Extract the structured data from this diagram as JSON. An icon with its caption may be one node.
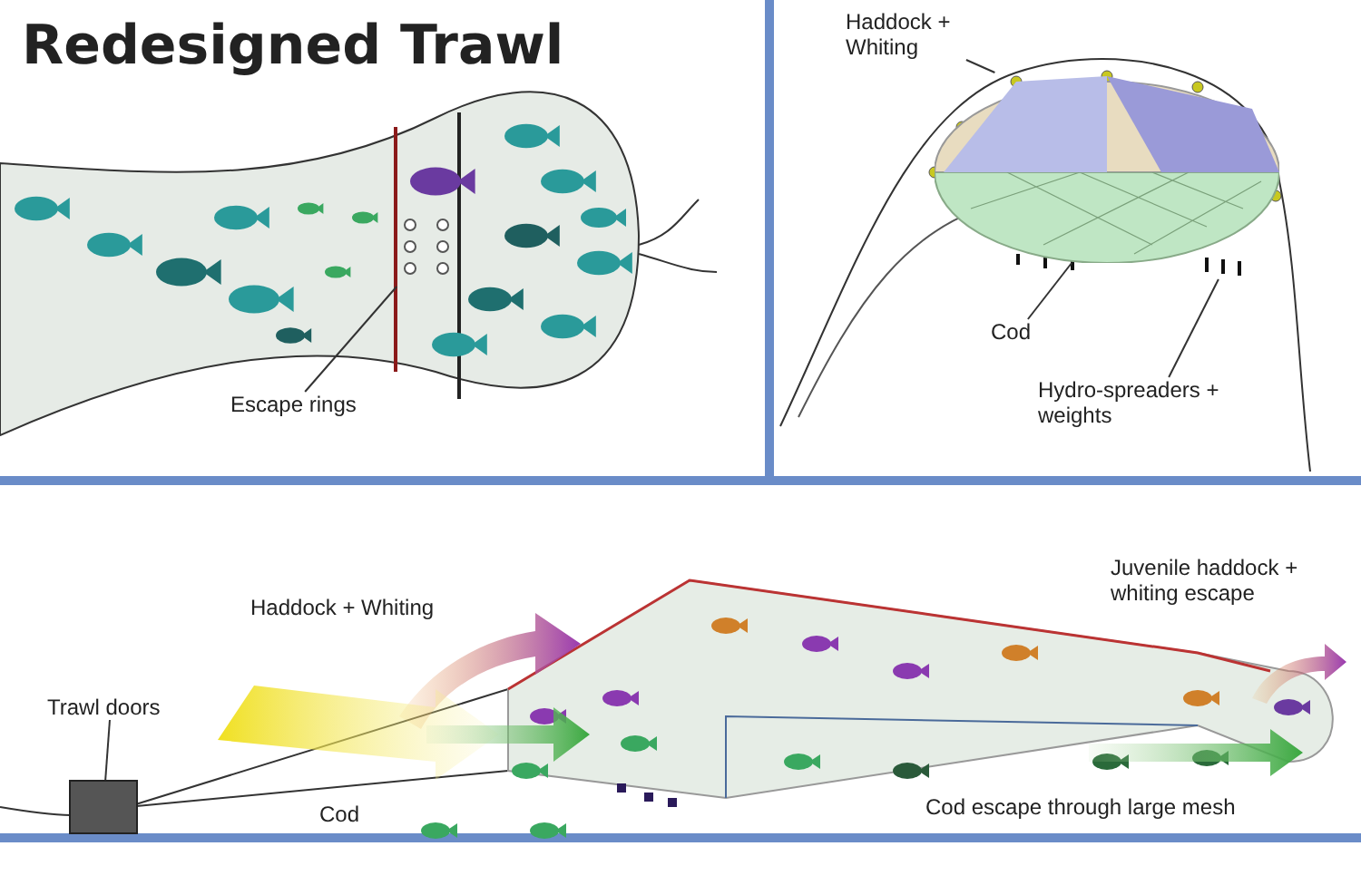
{
  "diagram": {
    "title": "Redesigned Trawl",
    "nodes": [
      {
        "text": [
          "Escape rings"
        ]
      },
      {
        "text": [],
        "shape": "picture"
      },
      {
        "text": [
          "Haddock + Whiting"
        ]
      },
      {
        "text": [],
        "shape": "picture"
      },
      {
        "text": [
          "Cod"
        ]
      },
      {
        "text": [],
        "shape": "picture"
      },
      {
        "text": [
          "Hydro-spreaders + weights"
        ]
      },
      {
        "text": [],
        "shape": "picture"
      },
      {
        "text": [
          "Trawl doors"
        ]
      },
      {
        "text": [],
        "shape": "box"
      }
    ],
    "edges": [
      {
        "from": 0,
        "to": 1,
        "arrow": "none"
      },
      {
        "from": 2,
        "to": 3,
        "arrow": "none"
      },
      {
        "from": 4,
        "to": 5,
        "arrow": "none"
      },
      {
        "from": 6,
        "to": 7,
        "arrow": "none"
      },
      {
        "from": 8,
        "to": 9,
        "arrow": "none"
      }
    ],
    "labels": [
      "Haddock + Whiting",
      "Juvenile haddock + whiting escape",
      "Cod",
      "Cod escape through large mesh"
    ]
  }
}
